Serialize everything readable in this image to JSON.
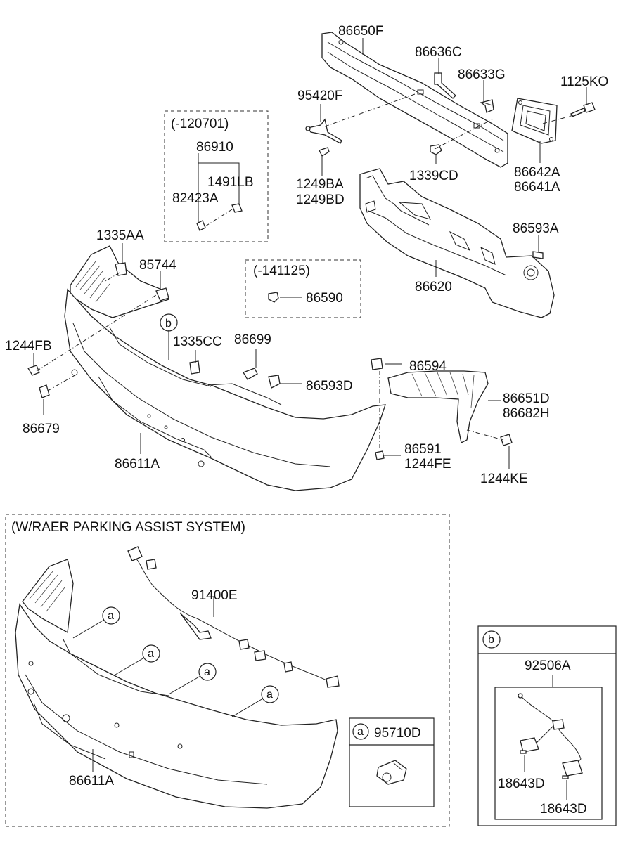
{
  "labels": {
    "p86650F": "86650F",
    "p86636C": "86636C",
    "p86633G": "86633G",
    "p1125KO": "1125KO",
    "p95420F": "95420F",
    "p1249BA": "1249BA",
    "p1249BD": "1249BD",
    "p1339CD": "1339CD",
    "p86642A": "86642A",
    "p86641A": "86641A",
    "p86593A": "86593A",
    "p86620": "86620",
    "p86910": "86910",
    "p1491LB": "1491LB",
    "p82423A": "82423A",
    "p1335AA": "1335AA",
    "p85744": "85744",
    "p86590": "86590",
    "p1244FB": "1244FB",
    "p1335CC": "1335CC",
    "p86699": "86699",
    "p86594": "86594",
    "p86593D": "86593D",
    "p86651D": "86651D",
    "p86682H": "86682H",
    "p86679": "86679",
    "p86611A": "86611A",
    "p86591": "86591",
    "p1244FE": "1244FE",
    "p1244KE": "1244KE",
    "p91400E": "91400E",
    "p86611A_2": "86611A",
    "p95710D": "95710D",
    "p92506A": "92506A",
    "p18643D_1": "18643D",
    "p18643D_2": "18643D"
  },
  "boxes": {
    "box_120701": "(-120701)",
    "box_141125": "(-141125)",
    "parking_title": "(W/RAER PARKING ASSIST SYSTEM)"
  },
  "callouts": {
    "a": "a",
    "b": "b"
  }
}
